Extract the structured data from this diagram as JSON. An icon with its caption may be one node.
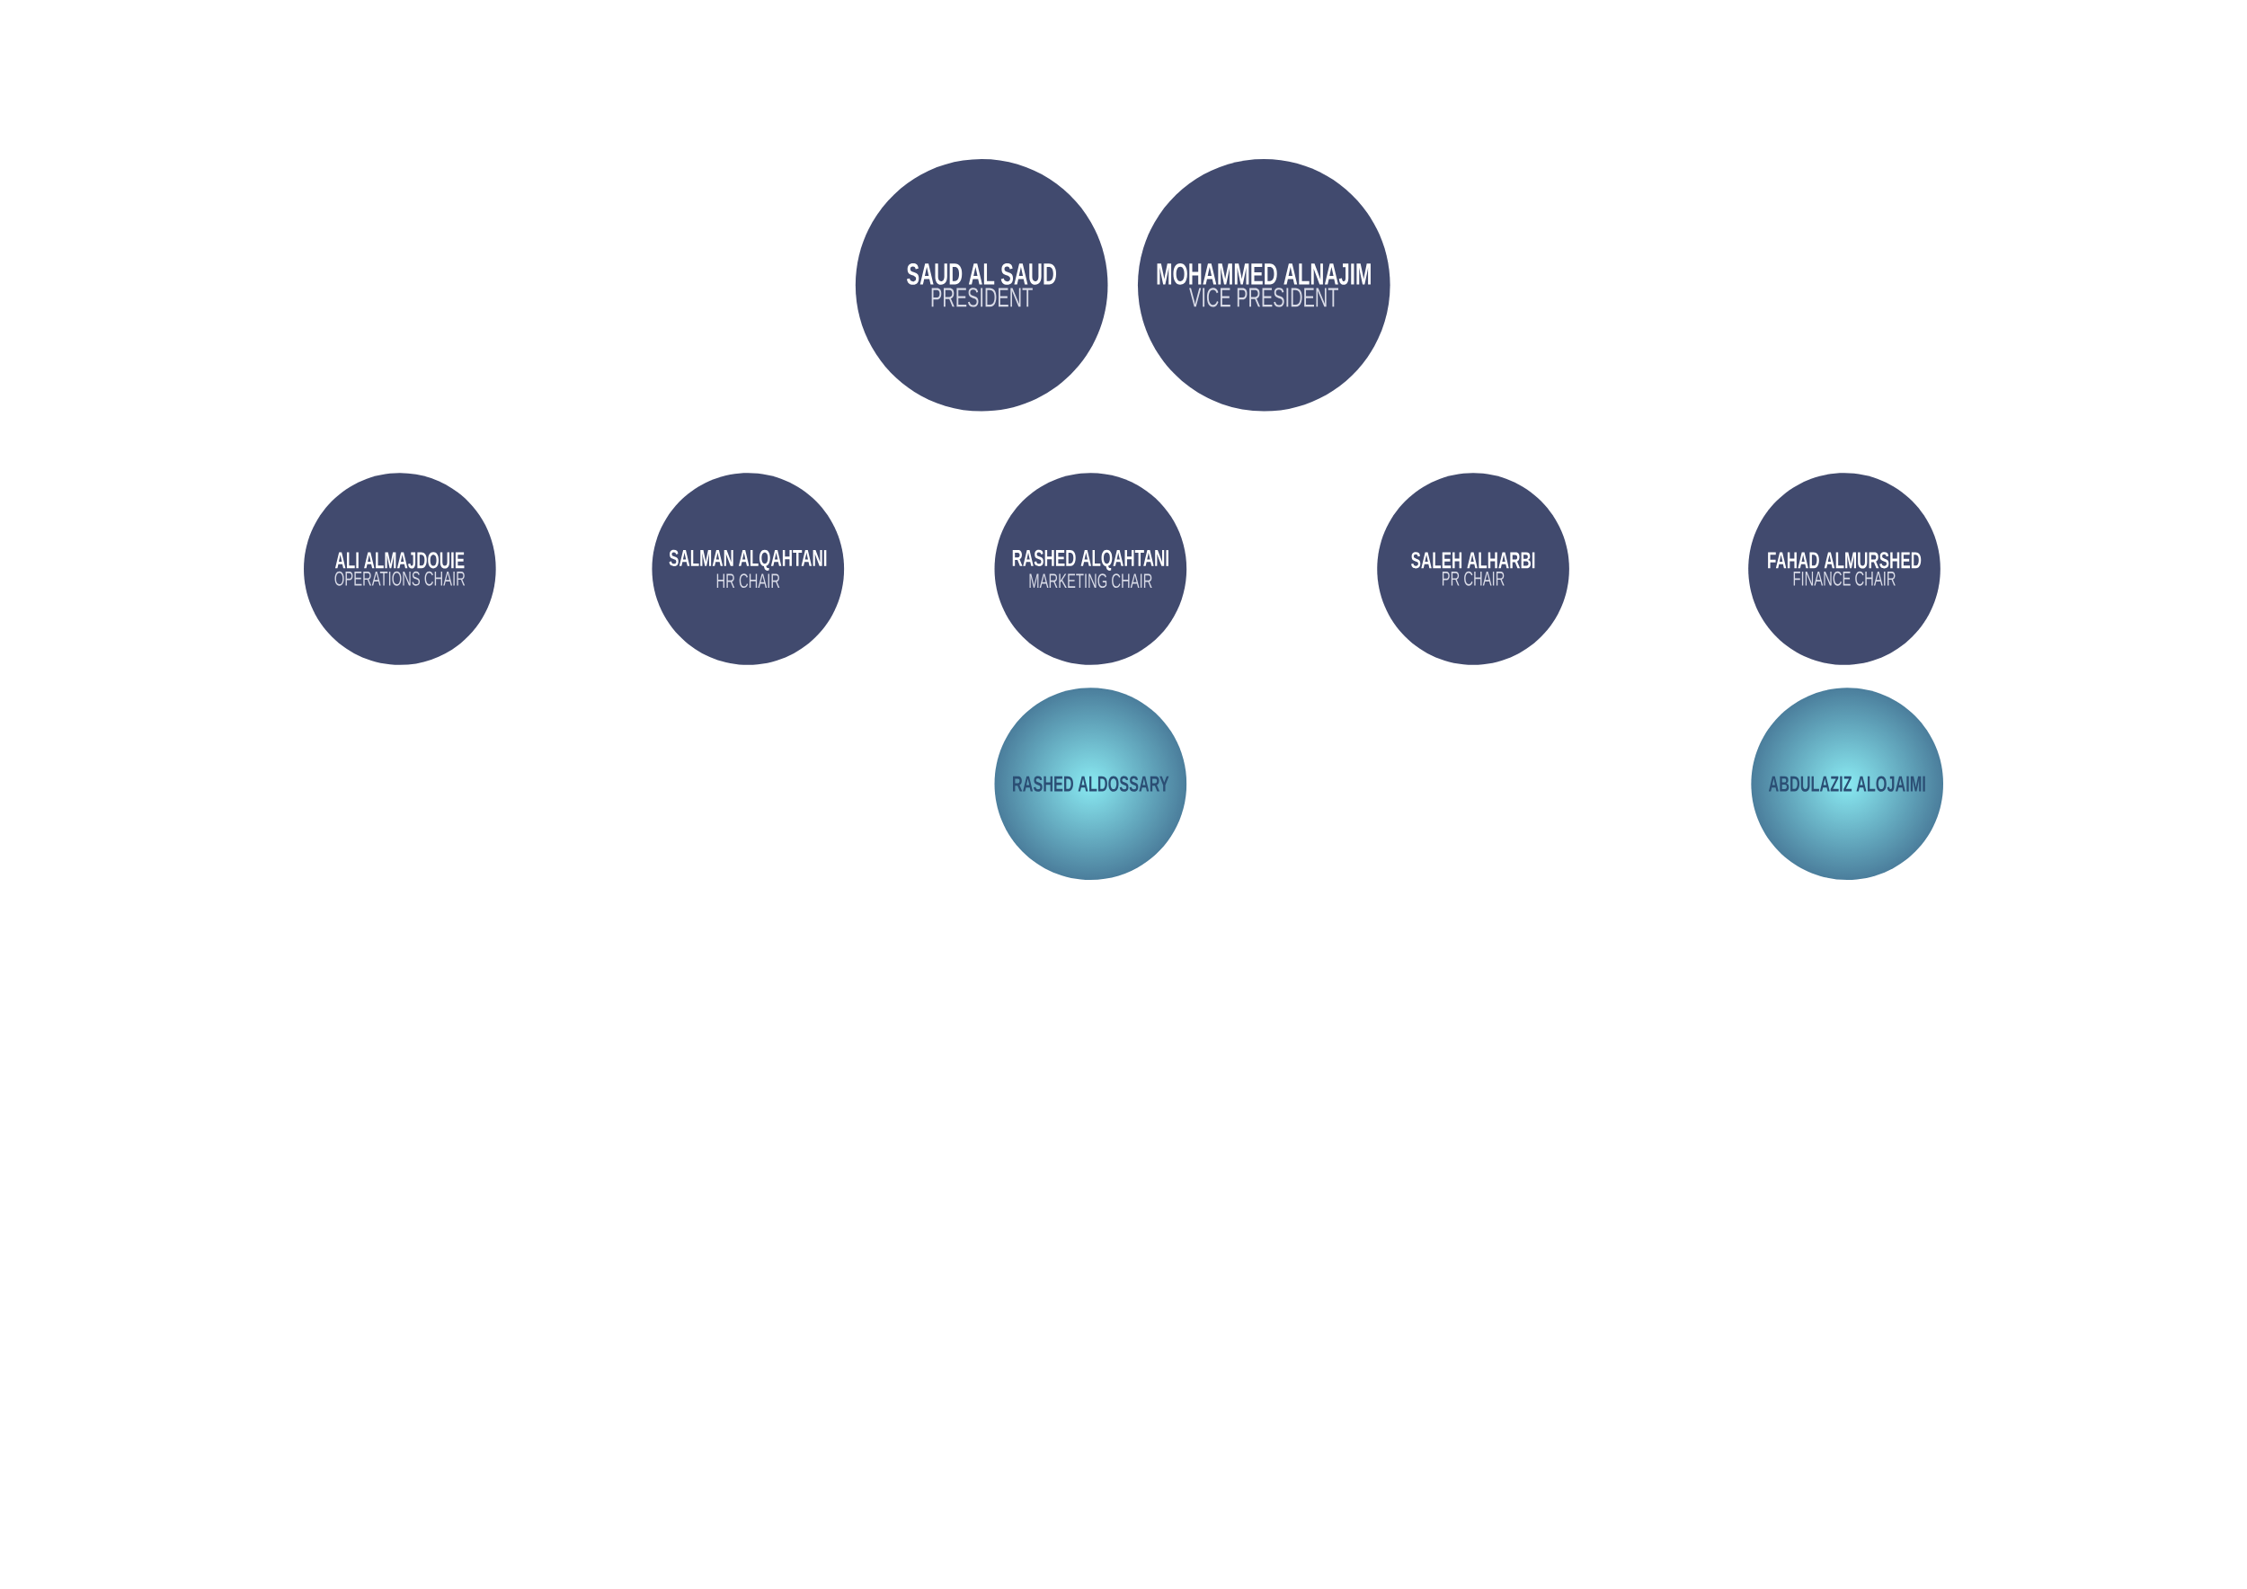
{
  "diagram": {
    "nodes": [
      {
        "text": [
          "SAUD AL SAUD",
          "PRESIDENT"
        ]
      },
      {
        "text": [
          "MOHAMMED ALNAJIM",
          "VICE PRESIDENT"
        ]
      },
      {
        "text": [
          "ALI ALMAJDOUIE",
          "OPERATIONS CHAIR"
        ]
      },
      {
        "text": [
          "SALMAN ALQAHTANI",
          "HR CHAIR"
        ]
      },
      {
        "text": [
          "RASHED ALQAHTANI",
          "MARKETING CHAIR"
        ]
      },
      {
        "text": [
          "SALEH ALHARBI",
          "PR CHAIR"
        ]
      },
      {
        "text": [
          "FAHAD ALMURSHED",
          "FINANCE CHAIR"
        ]
      },
      {
        "text": [
          "RASHED ALDOSSARY"
        ]
      },
      {
        "text": [
          "ABDULAZIZ ALOJAIMI"
        ]
      }
    ]
  }
}
